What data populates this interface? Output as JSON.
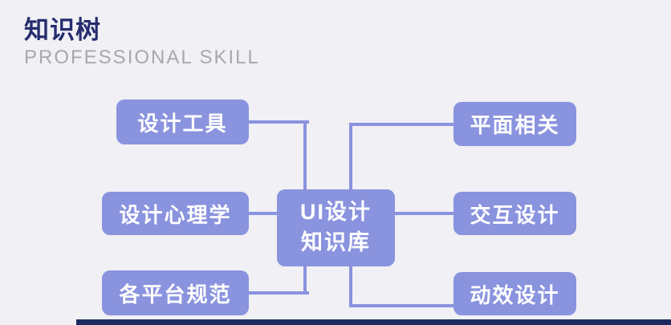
{
  "header": {
    "title": "知识树",
    "subtitle": "PROFESSIONAL SKILL"
  },
  "diagram": {
    "center": {
      "line1": "UI设计",
      "line2": "知识库"
    },
    "left_nodes": [
      {
        "label": "设计工具"
      },
      {
        "label": "设计心理学"
      },
      {
        "label": "各平台规范"
      }
    ],
    "right_nodes": [
      {
        "label": "平面相关"
      },
      {
        "label": "交互设计"
      },
      {
        "label": "动效设计"
      }
    ]
  },
  "colors": {
    "background": "#f0f0f5",
    "node_fill": "#8a93de",
    "node_text": "#ffffff",
    "connector": "#8a93de",
    "title_text": "#262d6e",
    "subtitle_text": "#a8a8ac",
    "bottom_bar": "#1c2b5e"
  }
}
